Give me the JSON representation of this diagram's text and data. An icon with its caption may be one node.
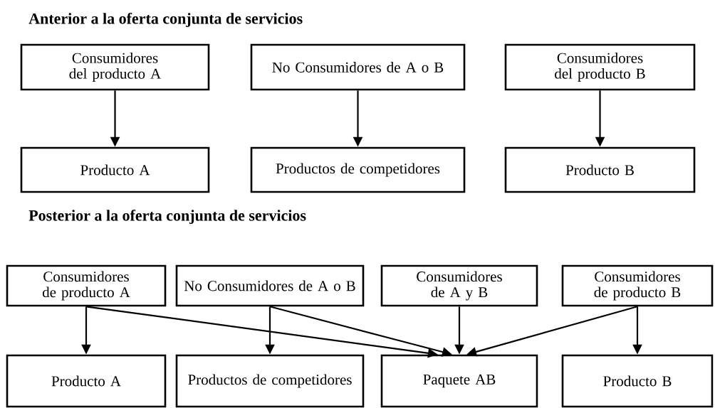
{
  "diagram": {
    "nodes": [
      {
        "text": [
          "Consumidores del producto A"
        ]
      },
      {
        "text": [
          "No Consumidores de A o B"
        ]
      },
      {
        "text": [
          "Consumidores del producto B"
        ]
      },
      {
        "text": [
          "Producto A"
        ]
      },
      {
        "text": [
          "Productos de competidores"
        ]
      },
      {
        "text": [
          "Producto B"
        ]
      },
      {
        "text": [
          "Consumidores de producto A"
        ]
      },
      {
        "text": [
          "No Consumidores de A o B"
        ]
      },
      {
        "text": [
          "Consumidores de A y B"
        ]
      },
      {
        "text": [
          "Consumidores de producto B"
        ]
      },
      {
        "text": [
          "Producto A"
        ]
      },
      {
        "text": [
          "Productos de competidores"
        ]
      },
      {
        "text": [
          "Paquete AB"
        ]
      },
      {
        "text": [
          "Producto B"
        ]
      }
    ],
    "edges": [
      {
        "from": 0,
        "to": 3,
        "arrow": "to"
      },
      {
        "from": 1,
        "to": 4,
        "arrow": "to"
      },
      {
        "from": 2,
        "to": 5,
        "arrow": "to"
      },
      {
        "from": 6,
        "to": 10,
        "arrow": "to"
      },
      {
        "from": 6,
        "to": 12,
        "arrow": "to"
      },
      {
        "from": 7,
        "to": 11,
        "arrow": "to"
      },
      {
        "from": 7,
        "to": 12,
        "arrow": "to"
      },
      {
        "from": 8,
        "to": 12,
        "arrow": "to"
      },
      {
        "from": 9,
        "to": 12,
        "arrow": "to"
      },
      {
        "from": 9,
        "to": 13,
        "arrow": "to"
      }
    ],
    "labels": [
      "Anterior a la oferta conjunta de servicios",
      "Posterior a la oferta conjunta de servicios"
    ]
  }
}
